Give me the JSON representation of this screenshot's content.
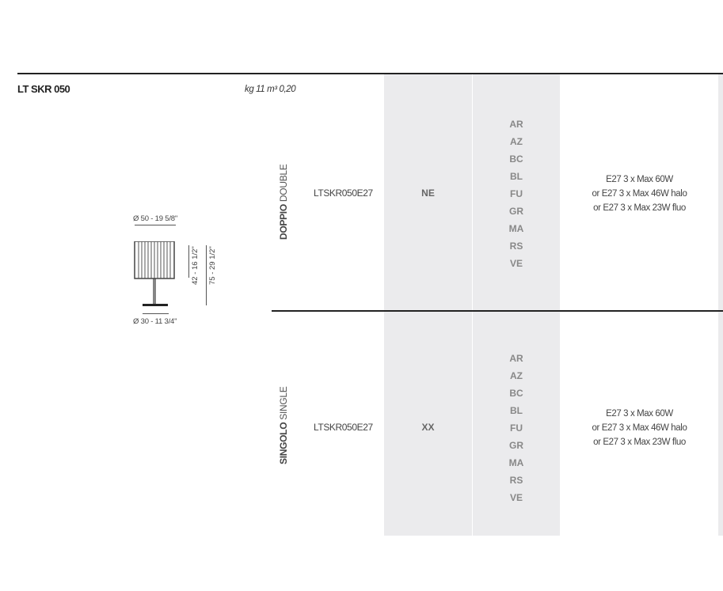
{
  "product": {
    "code": "LT SKR 050",
    "weight_volume": "kg 11 m³ 0,20"
  },
  "drawing": {
    "shade_diameter": "Ø 50 - 19 5/8\"",
    "base_diameter": "Ø 30 - 11 3/4\"",
    "shade_height": "42 - 16 1/2\"",
    "total_height": "75 - 29 1/2\""
  },
  "variants": [
    {
      "label_bold": "DOPPIO",
      "label_light": "DOUBLE",
      "article": "LTSKR050E27",
      "finish": "NE",
      "colors": [
        "AR",
        "AZ",
        "BC",
        "BL",
        "FU",
        "GR",
        "MA",
        "RS",
        "VE"
      ],
      "spec": [
        "E27 3 x Max 60W",
        "or E27 3 x Max 46W halo",
        "or E27 3 x Max 23W fluo"
      ]
    },
    {
      "label_bold": "SINGOLO",
      "label_light": "SINGLE",
      "article": "LTSKR050E27",
      "finish": "XX",
      "colors": [
        "AR",
        "AZ",
        "BC",
        "BL",
        "FU",
        "GR",
        "MA",
        "RS",
        "VE"
      ],
      "spec": [
        "E27 3 x Max 60W",
        "or E27 3 x Max 46W halo",
        "or E27 3 x Max 23W fluo"
      ]
    }
  ]
}
